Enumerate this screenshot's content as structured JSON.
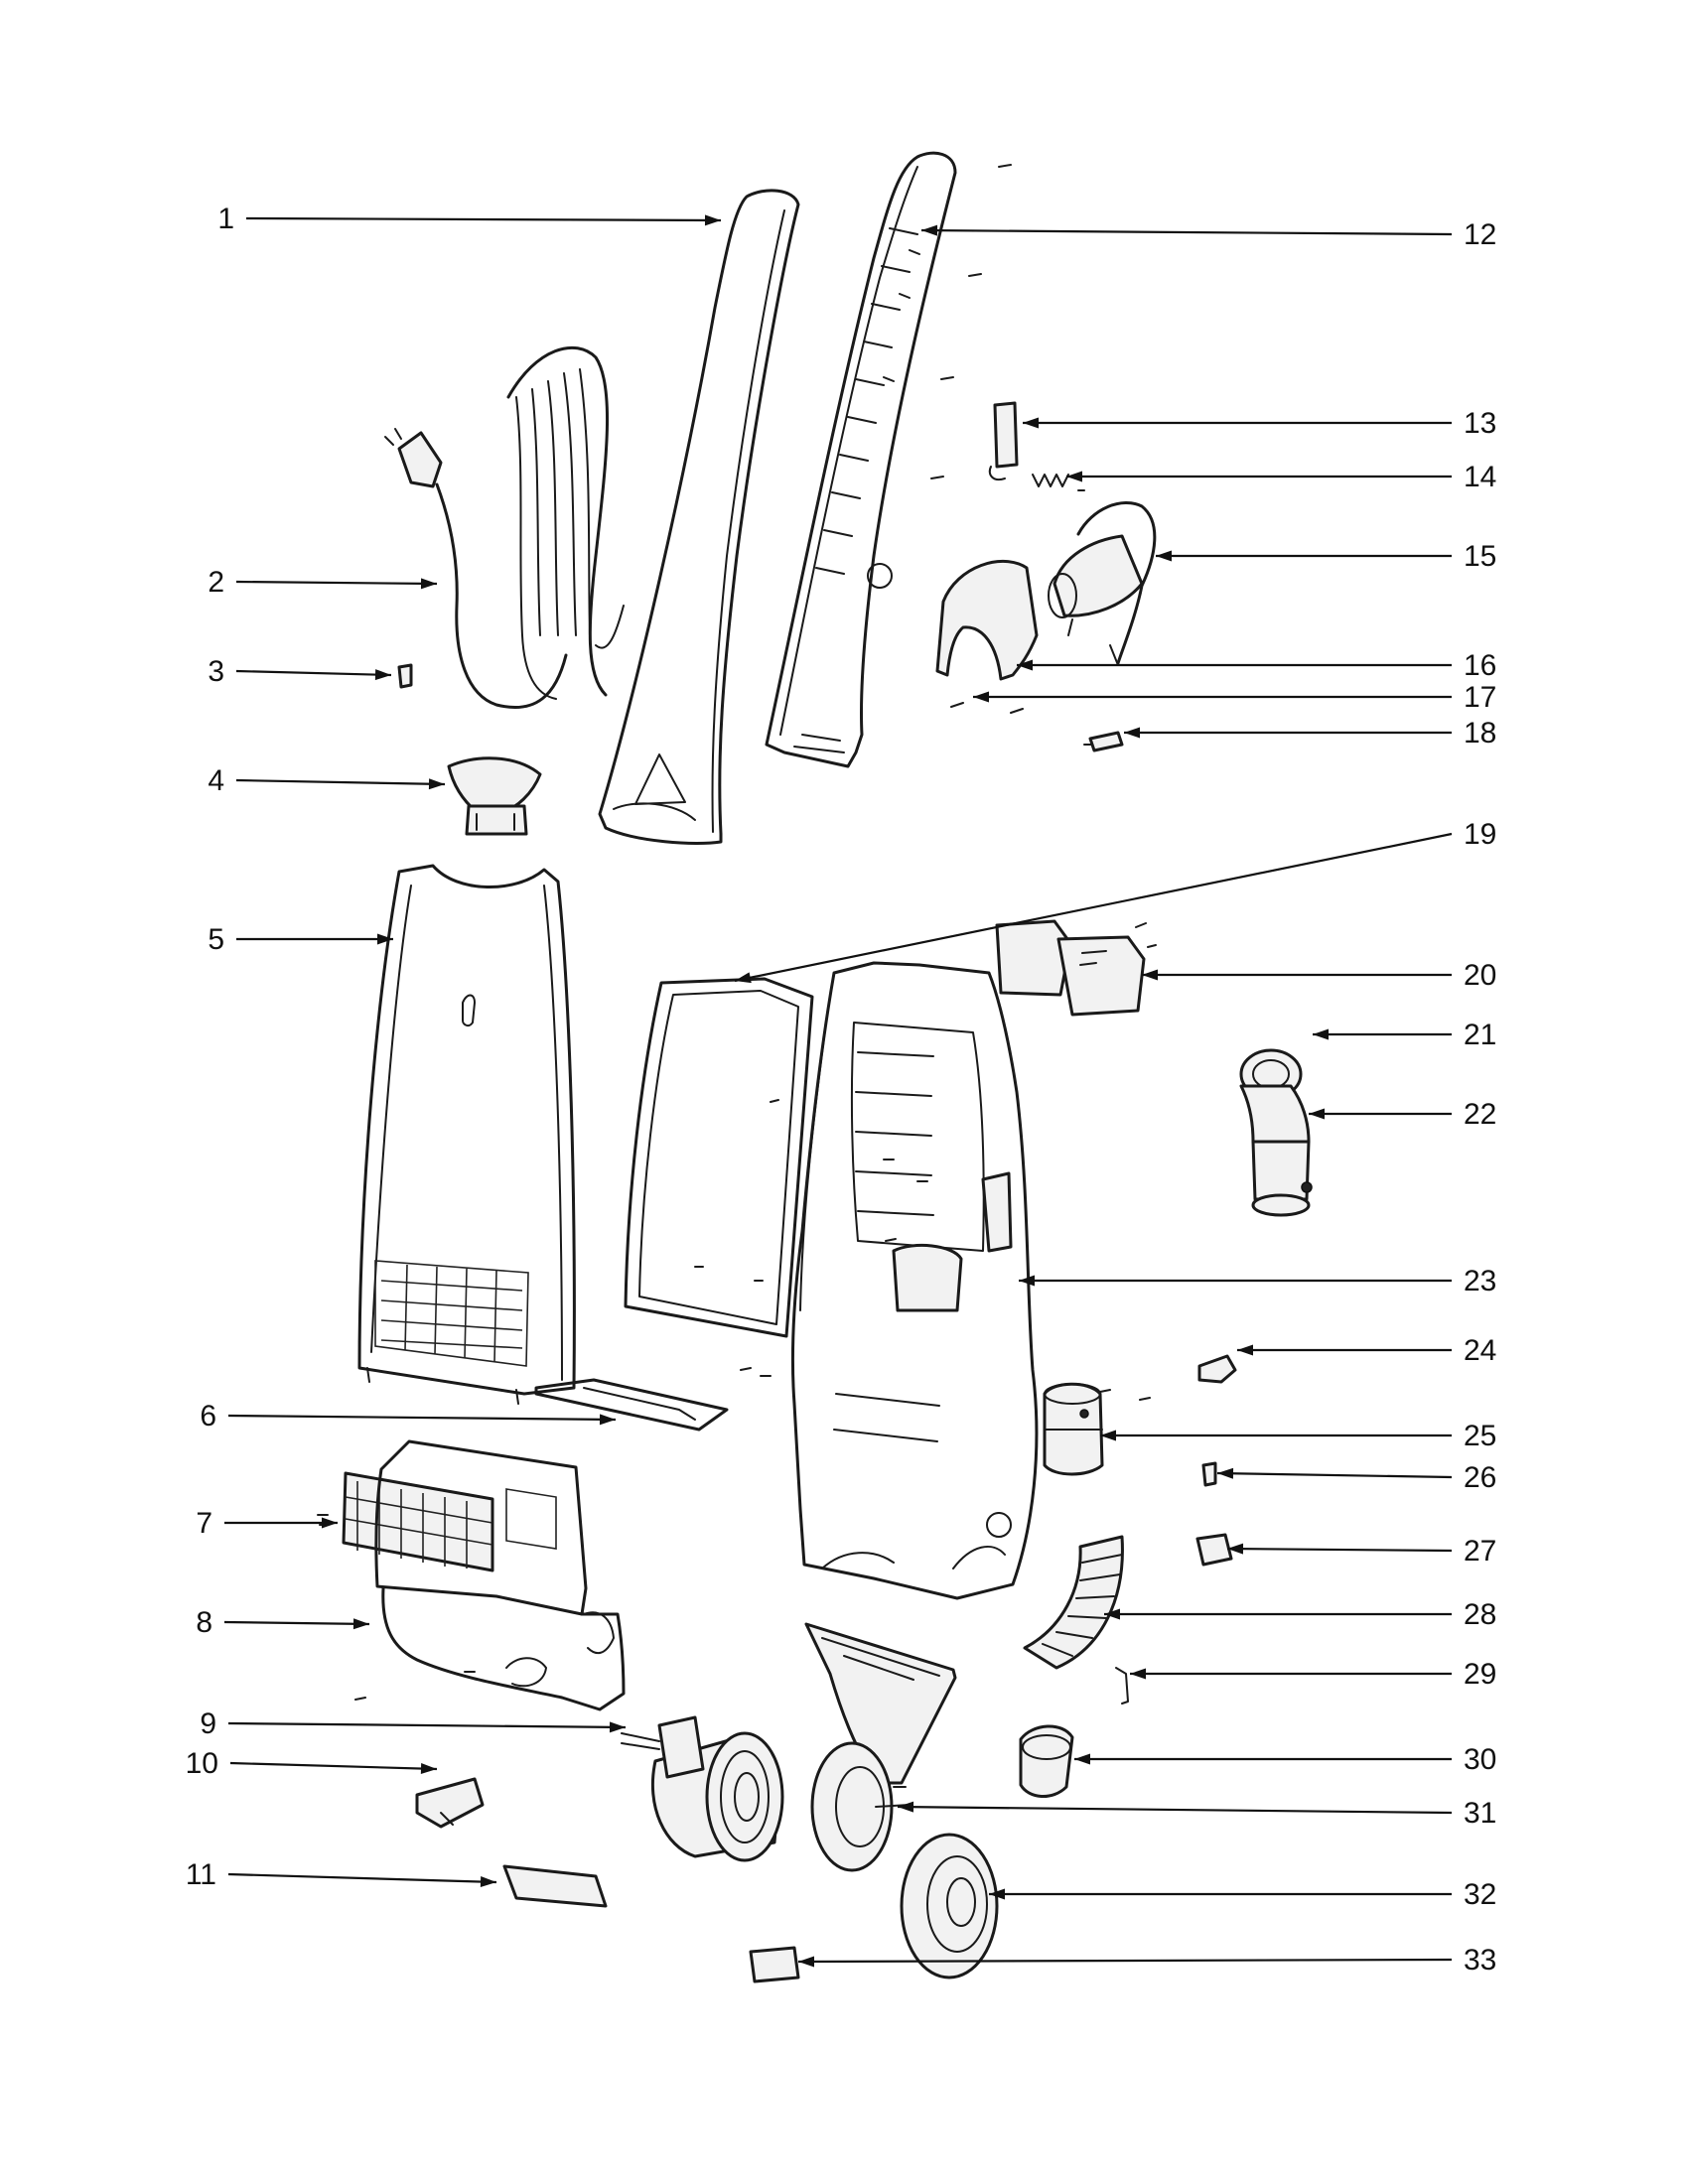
{
  "diagram": {
    "callouts": [
      {
        "id": "1"
      },
      {
        "id": "2"
      },
      {
        "id": "3"
      },
      {
        "id": "4"
      },
      {
        "id": "5"
      },
      {
        "id": "6"
      },
      {
        "id": "7"
      },
      {
        "id": "8"
      },
      {
        "id": "9"
      },
      {
        "id": "10"
      },
      {
        "id": "11"
      },
      {
        "id": "12"
      },
      {
        "id": "13"
      },
      {
        "id": "14"
      },
      {
        "id": "15"
      },
      {
        "id": "16"
      },
      {
        "id": "17"
      },
      {
        "id": "18"
      },
      {
        "id": "19"
      },
      {
        "id": "20"
      },
      {
        "id": "21"
      },
      {
        "id": "22"
      },
      {
        "id": "23"
      },
      {
        "id": "24"
      },
      {
        "id": "25"
      },
      {
        "id": "26"
      },
      {
        "id": "27"
      },
      {
        "id": "28"
      },
      {
        "id": "29"
      },
      {
        "id": "30"
      },
      {
        "id": "31"
      },
      {
        "id": "32"
      },
      {
        "id": "33"
      }
    ]
  }
}
